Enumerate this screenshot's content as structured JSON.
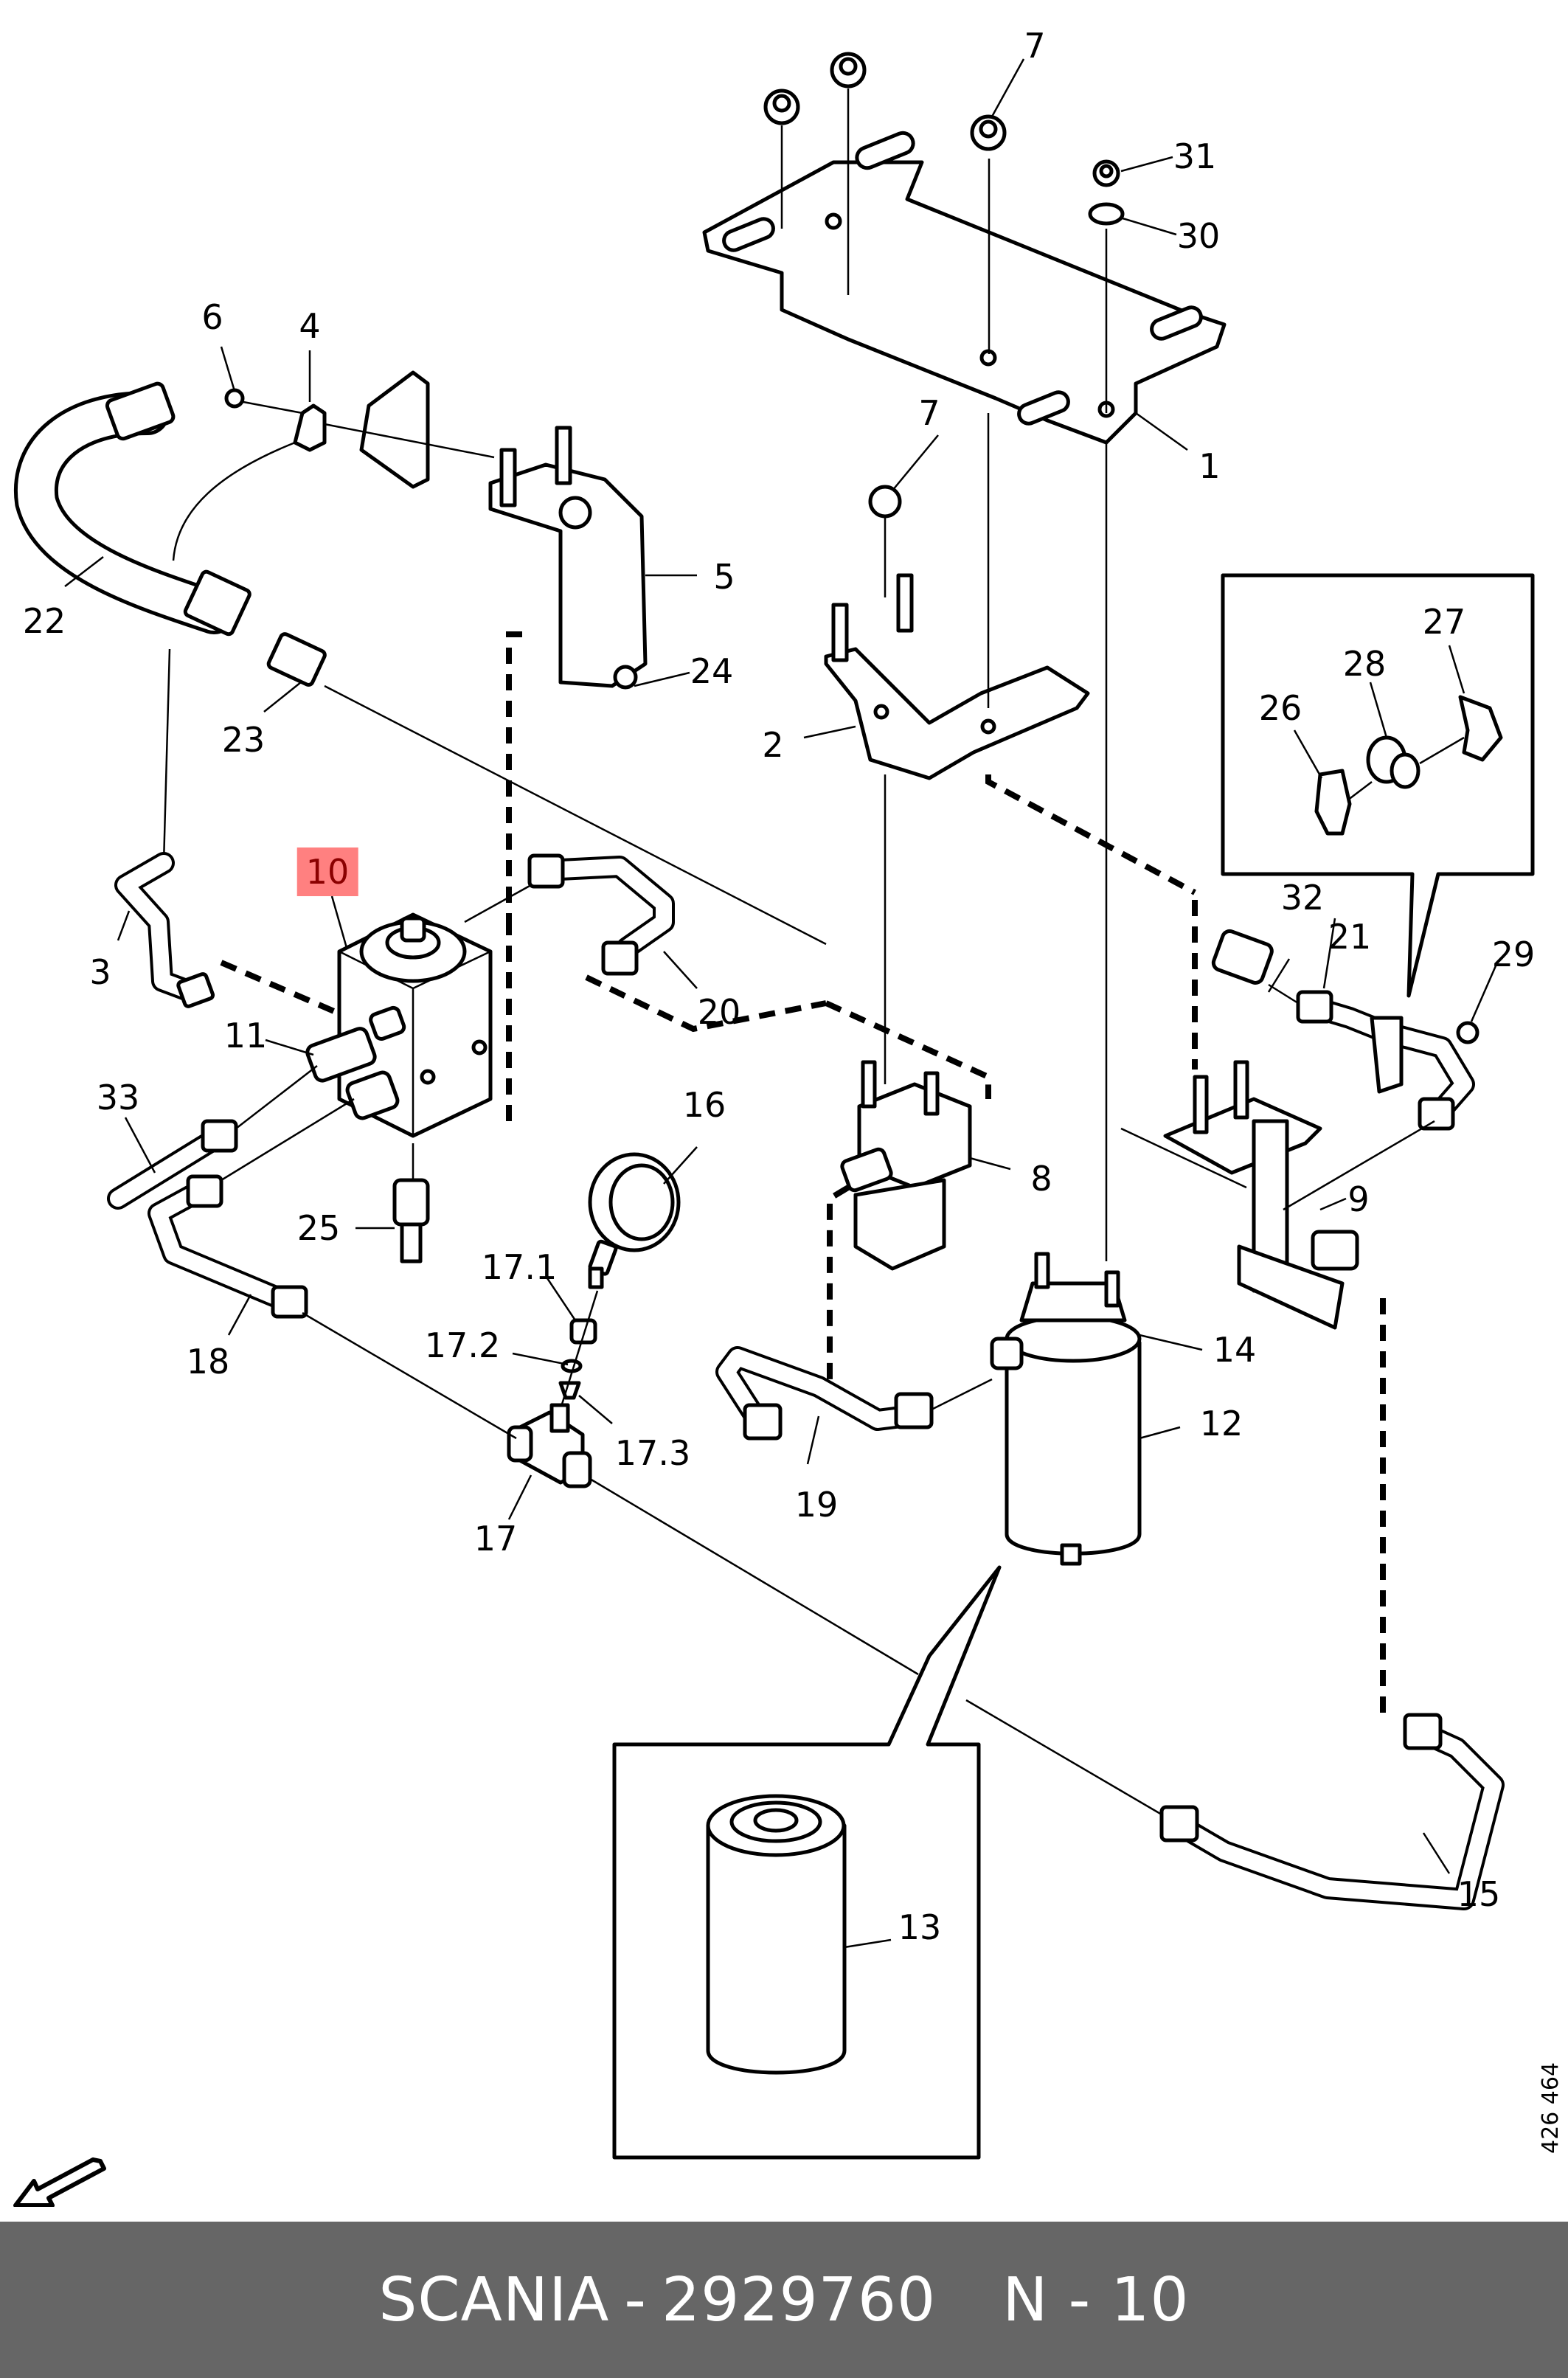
{
  "footer": {
    "brand": "SCANIA",
    "separator": "-",
    "part_number": "2929760",
    "position": "N - 10"
  },
  "document_number": "426 464",
  "highlighted_callout": "10",
  "highlight_color": "#ff8080",
  "footer_color": "#666666",
  "view_direction_icon": "arrow-down-left-icon",
  "callouts": [
    {
      "id": "1",
      "label": "1"
    },
    {
      "id": "2",
      "label": "2"
    },
    {
      "id": "3",
      "label": "3"
    },
    {
      "id": "4",
      "label": "4"
    },
    {
      "id": "5",
      "label": "5"
    },
    {
      "id": "6",
      "label": "6"
    },
    {
      "id": "7a",
      "label": "7"
    },
    {
      "id": "7b",
      "label": "7"
    },
    {
      "id": "8",
      "label": "8"
    },
    {
      "id": "9",
      "label": "9"
    },
    {
      "id": "10",
      "label": "10"
    },
    {
      "id": "11",
      "label": "11"
    },
    {
      "id": "12",
      "label": "12"
    },
    {
      "id": "13",
      "label": "13"
    },
    {
      "id": "14",
      "label": "14"
    },
    {
      "id": "15",
      "label": "15"
    },
    {
      "id": "16",
      "label": "16"
    },
    {
      "id": "17",
      "label": "17"
    },
    {
      "id": "17.1",
      "label": "17.1"
    },
    {
      "id": "17.2",
      "label": "17.2"
    },
    {
      "id": "17.3",
      "label": "17.3"
    },
    {
      "id": "18",
      "label": "18"
    },
    {
      "id": "19",
      "label": "19"
    },
    {
      "id": "20",
      "label": "20"
    },
    {
      "id": "21",
      "label": "21"
    },
    {
      "id": "22",
      "label": "22"
    },
    {
      "id": "23",
      "label": "23"
    },
    {
      "id": "24",
      "label": "24"
    },
    {
      "id": "25",
      "label": "25"
    },
    {
      "id": "26",
      "label": "26"
    },
    {
      "id": "27",
      "label": "27"
    },
    {
      "id": "28",
      "label": "28"
    },
    {
      "id": "29",
      "label": "29"
    },
    {
      "id": "30",
      "label": "30"
    },
    {
      "id": "31",
      "label": "31"
    },
    {
      "id": "32",
      "label": "32"
    },
    {
      "id": "33",
      "label": "33"
    }
  ]
}
